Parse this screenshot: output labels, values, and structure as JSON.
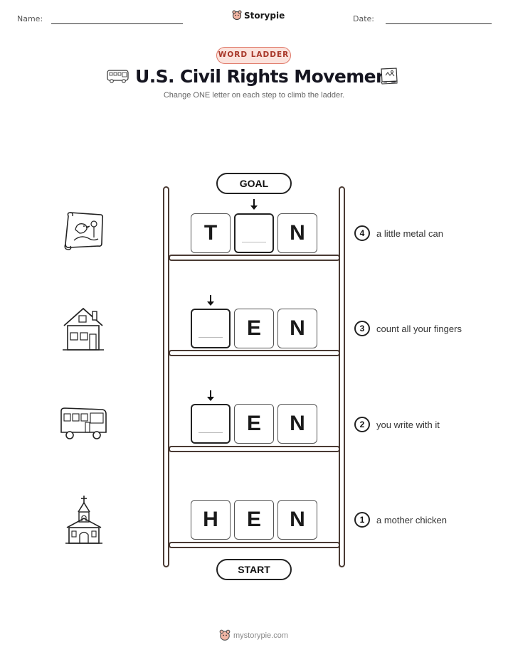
{
  "header": {
    "name_label": "Name:",
    "date_label": "Date:",
    "brand": "Storypie"
  },
  "badge": "WORD LADDER",
  "title": "U.S. Civil Rights Movement",
  "subtitle": "Change ONE letter on each step to climb the ladder.",
  "goal_label": "GOAL",
  "start_label": "START",
  "rungs": [
    {
      "number": "4",
      "letters": [
        "T",
        "",
        "N"
      ],
      "changed_index": 1,
      "clue": "a little metal can",
      "picture": "treasure-map-icon"
    },
    {
      "number": "3",
      "letters": [
        "",
        "E",
        "N"
      ],
      "changed_index": 0,
      "clue": "count all your fingers",
      "picture": "house-icon"
    },
    {
      "number": "2",
      "letters": [
        "",
        "E",
        "N"
      ],
      "changed_index": 0,
      "clue": "you write with it",
      "picture": "bus-icon"
    },
    {
      "number": "1",
      "letters": [
        "H",
        "E",
        "N"
      ],
      "changed_index": null,
      "clue": "a mother chicken",
      "picture": "church-icon"
    }
  ],
  "footer": "mystorypie.com",
  "colors": {
    "accent": "#e07a6a",
    "badge_bg": "#fbe3dd",
    "ladder": "#4a3a33"
  }
}
